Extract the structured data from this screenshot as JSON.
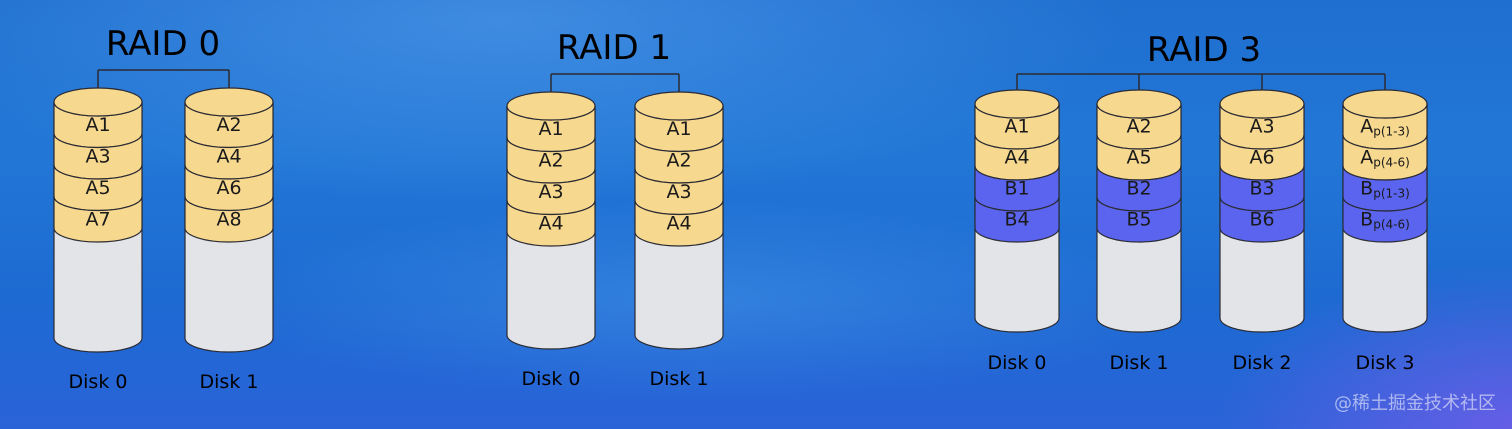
{
  "colors": {
    "data": "#f7d88f",
    "parity": "#5a64ef",
    "empty": "#e3e4e8",
    "stroke": "#2b2b33",
    "label": "#000000"
  },
  "arrays": [
    {
      "title": "RAID 0",
      "disks": [
        {
          "label": "Disk 0",
          "blocks": [
            {
              "t": "A1",
              "k": "data"
            },
            {
              "t": "A3",
              "k": "data"
            },
            {
              "t": "A5",
              "k": "data"
            },
            {
              "t": "A7",
              "k": "data"
            }
          ]
        },
        {
          "label": "Disk 1",
          "blocks": [
            {
              "t": "A2",
              "k": "data"
            },
            {
              "t": "A4",
              "k": "data"
            },
            {
              "t": "A6",
              "k": "data"
            },
            {
              "t": "A8",
              "k": "data"
            }
          ]
        }
      ]
    },
    {
      "title": "RAID 1",
      "disks": [
        {
          "label": "Disk 0",
          "blocks": [
            {
              "t": "A1",
              "k": "data"
            },
            {
              "t": "A2",
              "k": "data"
            },
            {
              "t": "A3",
              "k": "data"
            },
            {
              "t": "A4",
              "k": "data"
            }
          ]
        },
        {
          "label": "Disk 1",
          "blocks": [
            {
              "t": "A1",
              "k": "data"
            },
            {
              "t": "A2",
              "k": "data"
            },
            {
              "t": "A3",
              "k": "data"
            },
            {
              "t": "A4",
              "k": "data"
            }
          ]
        }
      ]
    },
    {
      "title": "RAID 3",
      "disks": [
        {
          "label": "Disk 0",
          "blocks": [
            {
              "t": "A1",
              "k": "data"
            },
            {
              "t": "A4",
              "k": "data"
            },
            {
              "t": "B1",
              "k": "parity"
            },
            {
              "t": "B4",
              "k": "parity"
            }
          ]
        },
        {
          "label": "Disk 1",
          "blocks": [
            {
              "t": "A2",
              "k": "data"
            },
            {
              "t": "A5",
              "k": "data"
            },
            {
              "t": "B2",
              "k": "parity"
            },
            {
              "t": "B5",
              "k": "parity"
            }
          ]
        },
        {
          "label": "Disk 2",
          "blocks": [
            {
              "t": "A3",
              "k": "data"
            },
            {
              "t": "A6",
              "k": "data"
            },
            {
              "t": "B3",
              "k": "parity"
            },
            {
              "t": "B6",
              "k": "parity"
            }
          ]
        },
        {
          "label": "Disk 3",
          "blocks": [
            {
              "t": "A",
              "sub": "p(1-3)",
              "k": "data"
            },
            {
              "t": "A",
              "sub": "p(4-6)",
              "k": "data"
            },
            {
              "t": "B",
              "sub": "p(1-3)",
              "k": "parity"
            },
            {
              "t": "B",
              "sub": "p(4-6)",
              "k": "parity"
            }
          ]
        }
      ]
    }
  ],
  "watermark": "@稀土掘金技术社区"
}
